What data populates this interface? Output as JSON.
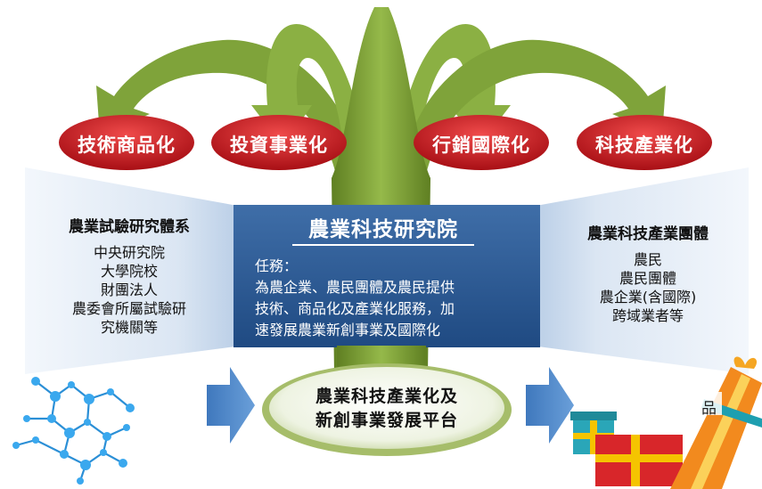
{
  "pills": [
    {
      "label": "技術商品化"
    },
    {
      "label": "投資事業化"
    },
    {
      "label": "行銷國際化"
    },
    {
      "label": "科技產業化"
    }
  ],
  "left_panel": {
    "heading": "農業試驗研究體系",
    "items": [
      "中央研究院",
      "大學院校",
      "財團法人",
      "農委會所屬試驗研",
      "究機關等"
    ]
  },
  "center_panel": {
    "title": "農業科技研究院",
    "mission_lines": [
      "任務：",
      "為農企業、農民團體及農民提供",
      "技術、商品化及產業化服務，加",
      "速發展農業新創事業及國際化"
    ]
  },
  "right_panel": {
    "heading": "農業科技產業團體",
    "items": [
      "農民",
      "農民團體",
      "農企業(含國際)",
      "跨域業者等"
    ]
  },
  "platform": {
    "lines": [
      "農業科技產業化及",
      "新創事業發展平台"
    ]
  },
  "gift_label": "品",
  "colors": {
    "tree_green": "#7fa33a",
    "pill_red": "#c8161d",
    "banner_blue": "#2d5b93",
    "arrow_blue": "#4f86c6"
  }
}
